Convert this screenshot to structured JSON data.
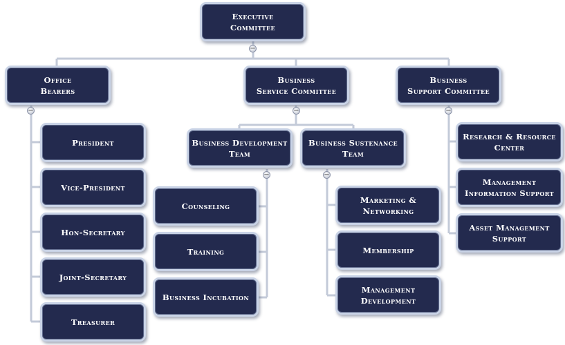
{
  "colors": {
    "node_fill": "#232a4e",
    "node_border": "#c9d3e6",
    "connector": "#c3cad8"
  },
  "toggle_symbol": "−",
  "nodes": {
    "executive": "Executive\nCommittee",
    "office_bearers": "Office\nBearers",
    "business_service": "Business\nService Committee",
    "business_support": "Business\nSupport Committee",
    "president": "President",
    "vice_president": "Vice-President",
    "hon_secretary": "Hon-Secretary",
    "joint_secretary": "Joint-Secretary",
    "treasurer": "Treasurer",
    "business_development": "Business Development\nTeam",
    "business_sustenance": "Business Sustenance\nTeam",
    "counseling": "Counseling",
    "training": "Training",
    "business_incubation": "Business Incubation",
    "marketing_networking": "Marketing &\nNetworking",
    "membership": "Membership",
    "management_development": "Management\nDevelopment",
    "research_resource": "Research & Resource\nCenter",
    "management_information": "Management\nInformation Support",
    "asset_management": "Asset Management\nSupport"
  }
}
